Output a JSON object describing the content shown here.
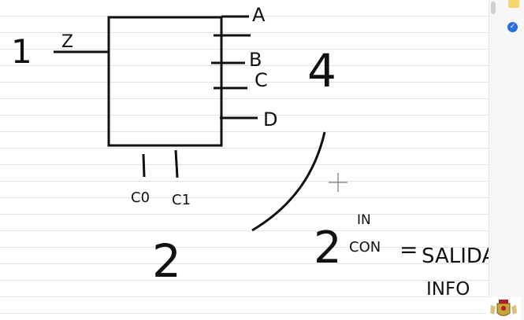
{
  "diagram": {
    "input_count": "1",
    "input_label": "Z",
    "outputs": [
      "A",
      "B",
      "C",
      "D"
    ],
    "output_count": "4",
    "controls": [
      "C0",
      "C1"
    ],
    "control_count": "2"
  },
  "formula": {
    "base": "2",
    "exponent_top": "IN",
    "exponent_bottom": "CON",
    "equals": "=",
    "result": "SALIDA",
    "note": "INFO"
  },
  "icons": {
    "verified": "check-badge-icon",
    "crest": "crest-icon",
    "cursor": "crosshair-cursor-icon"
  },
  "colors": {
    "ink": "#111111",
    "grid": "#e3e3e3",
    "badge_blue": "#2b6de0",
    "badge_gold": "#f6d46b"
  }
}
